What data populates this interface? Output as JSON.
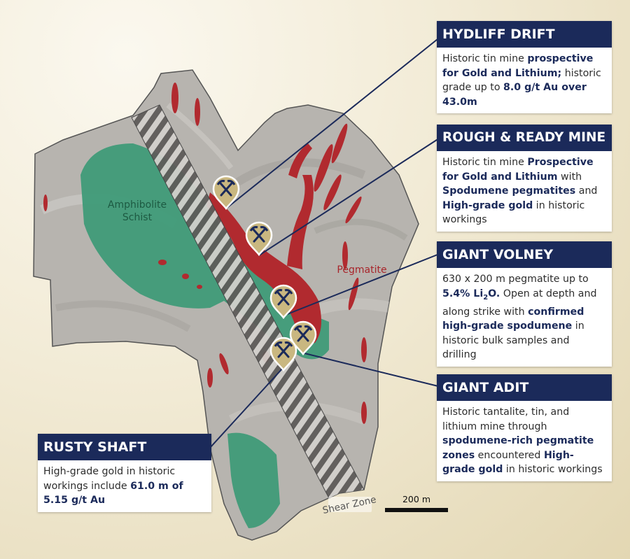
{
  "callouts": {
    "hydliff": {
      "title": "HYDLIFF DRIFT",
      "p1": "Historic tin mine ",
      "b1": "prospective for Gold and Lithium;",
      "p2": " historic grade up to ",
      "b2": "8.0 g/t Au over 43.0m"
    },
    "rough": {
      "title": "ROUGH & READY MINE",
      "p1": "Historic tin mine ",
      "b1": "Prospective for Gold and Lithium",
      "p2": " with ",
      "b2": "Spodumene pegmatites",
      "p3": " and ",
      "b3": "High-grade gold",
      "p4": " in historic workings"
    },
    "volney": {
      "title": "GIANT VOLNEY",
      "p1": "630 x 200 m pegmatite up to ",
      "b1a": "5.4% Li",
      "b1sub": "2",
      "b1b": "O.",
      "p2": " Open at depth and along strike with ",
      "b2": "confirmed high-grade spodumene",
      "p3": " in historic bulk samples and drilling"
    },
    "adit": {
      "title": "GIANT ADIT",
      "p1": "Historic tantalite, tin, and lithium mine through ",
      "b1": "spodumene-rich pegmatite zones",
      "p2": " encountered ",
      "b2": "High-grade gold",
      "p3": " in historic workings"
    },
    "rusty": {
      "title": "RUSTY SHAFT",
      "p1": "High-grade gold in historic workings include ",
      "b1": "61.0 m of 5.15 g/t Au"
    }
  },
  "map_labels": {
    "amphibolite_line1": "Amphibolite",
    "amphibolite_line2": "Schist",
    "pegmatite": "Pegmatite",
    "shear_zone": "Shear Zone"
  },
  "scale_bar": {
    "label": "200 m"
  },
  "colors": {
    "navy": "#1b2a5a",
    "schist_green": "#3f9b78",
    "pegmatite_red": "#b12a2f",
    "terrain_gray": "#b6b3ae",
    "marker_gold": "#c9b780"
  },
  "markers": [
    "mine-marker",
    "mine-marker",
    "mine-marker",
    "mine-marker",
    "mine-marker"
  ]
}
